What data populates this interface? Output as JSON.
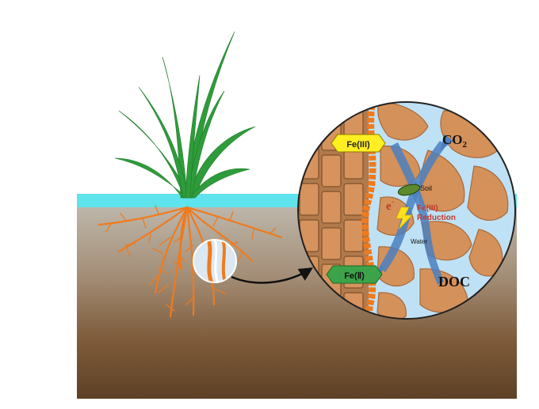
{
  "colors": {
    "water": "#5fe3ec",
    "soil_top": "#b9b2a6",
    "soil_bottom": "#6b4a2c",
    "root": "#f07a1c",
    "leaf": "#2e9c3a",
    "aggregate": "#d4915a",
    "pore_water": "#bfe1f5",
    "arrow": "#4a7fc0",
    "fe3_box": "#ffee22",
    "fe2_box": "#3ca34a",
    "reduction_text": "#c0392b"
  },
  "icons": {
    "plant": "rice-plant-icon",
    "magnify": "magnifier-loop-icon",
    "bolt": "lightning-bolt-icon"
  },
  "labels": {
    "fe3": "Fe(III)",
    "fe2": "Fe(Ⅱ)",
    "co2_main": "CO",
    "co2_sub": "2",
    "doc": "DOC",
    "soil": "Soil",
    "water": "Water",
    "electron_main": "e",
    "electron_sup": "-",
    "reduction_line1": "Fe(III)",
    "reduction_line2": "Reduction"
  }
}
